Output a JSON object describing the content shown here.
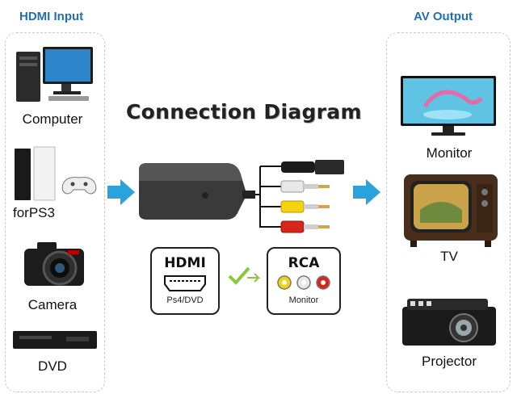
{
  "input_panel": {
    "title": "HDMI Input",
    "devices": [
      {
        "label": "Computer",
        "icon": "computer-icon"
      },
      {
        "label": "forPS3",
        "icon": "ps3-console-icon"
      },
      {
        "label": "Camera",
        "icon": "camera-icon"
      },
      {
        "label": "DVD",
        "icon": "dvd-player-icon"
      }
    ]
  },
  "output_panel": {
    "title": "AV Output",
    "devices": [
      {
        "label": "Monitor",
        "icon": "monitor-icon"
      },
      {
        "label": "TV",
        "icon": "crt-tv-icon"
      },
      {
        "label": "Projector",
        "icon": "projector-icon"
      }
    ]
  },
  "diagram_title": "Connection Diagram",
  "hdmi_card": {
    "title": "HDMI",
    "subtitle": "Ps4/DVD"
  },
  "rca_card": {
    "title": "RCA",
    "subtitle": "Monitor"
  },
  "colors": {
    "arrow": "#2aa3dc",
    "panel_title": "#1f6fb5",
    "check": "#8dc63f",
    "rca_yellow": "#f5d20f",
    "rca_white": "#e8e8e8",
    "rca_red": "#d9261c"
  }
}
